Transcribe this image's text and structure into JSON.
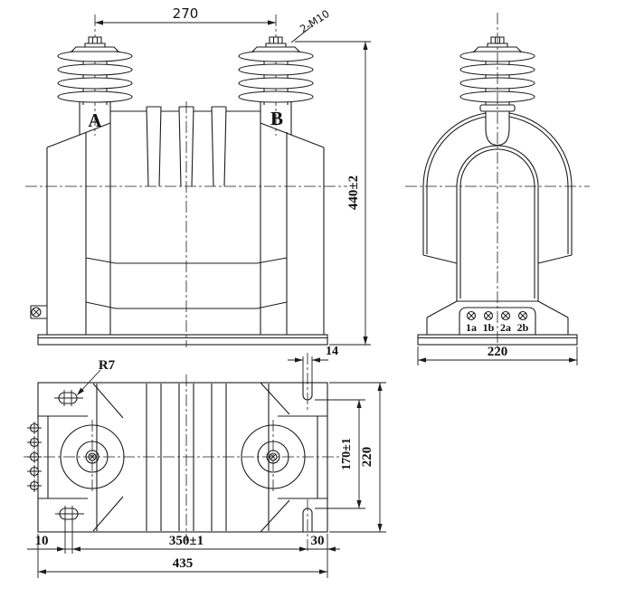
{
  "colors": {
    "background": "#ffffff",
    "line": "#1c1c1c"
  },
  "front_view": {
    "dim_bushing_spacing": "270",
    "thread_callout": "2-M10",
    "terminal_a": "A",
    "terminal_b": "B",
    "dim_overall_height": "440±2"
  },
  "side_view": {
    "terminal_labels": [
      "1a",
      "1b",
      "2a",
      "2b"
    ],
    "dim_base_depth": "220"
  },
  "plan_view": {
    "slot_radius_callout": "R7",
    "dim_slot_width": "14",
    "dim_mount_span_vertical": "170±1",
    "dim_overall_depth": "220",
    "dim_slot_center_offset": "10",
    "dim_mount_span_horizontal": "350±1",
    "dim_edge_offset": "30",
    "dim_overall_width": "435"
  }
}
